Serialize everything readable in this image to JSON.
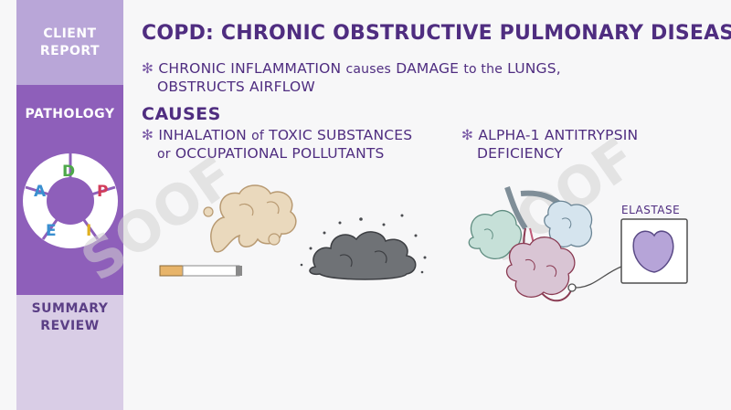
{
  "sidebar": {
    "client_report": [
      "CLIENT",
      "REPORT"
    ],
    "pathology": "PATHOLOGY",
    "adpie": {
      "a": "A",
      "d": "D",
      "p": "P",
      "e": "E",
      "i": "I"
    },
    "summary_review": [
      "SUMMARY",
      "REVIEW"
    ]
  },
  "main": {
    "title": "COPD: CHRONIC OBSTRUCTIVE PULMONARY DISEASE",
    "definition": {
      "line1_part1": "CHRONIC INFLAMMATION",
      "line1_part2": "causes",
      "line1_part3": "DAMAGE",
      "line1_part4": "to the",
      "line1_part5": "LUNGS,",
      "line2": "OBSTRUCTS AIRFLOW"
    },
    "causes_heading": "CAUSES",
    "cause1": {
      "line1_part1": "INHALATION",
      "line1_part2": "of",
      "line1_part3": "TOXIC SUBSTANCES",
      "line2_part1": "or",
      "line2_part2": "OCCUPATIONAL POLLUTANTS"
    },
    "cause2": {
      "line1": "ALPHA-1 ANTITRYPSIN",
      "line2": "DEFICIENCY"
    },
    "elastase_label": "ELASTASE",
    "bullet_symbol": "✻",
    "watermark": "SOOF"
  },
  "colors": {
    "title": "#4f2d80",
    "sidebar_active": "#8e5fba",
    "sidebar_light": "#d9cde6",
    "sidebar_top": "#b9a6d8",
    "adpie_a": "#3a8fd0",
    "adpie_d": "#4ea84a",
    "adpie_p": "#d23c5a",
    "adpie_e": "#3a8fd0",
    "adpie_i": "#e0b020"
  }
}
